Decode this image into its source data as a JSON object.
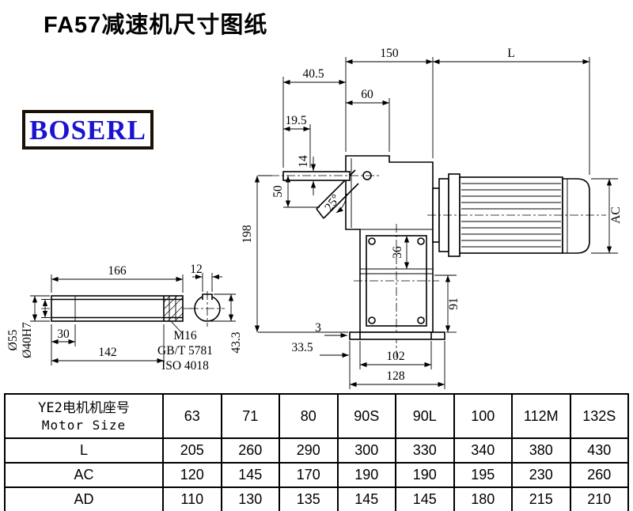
{
  "title": "FA57减速机尺寸图纸",
  "logo_text": "BOSERL",
  "drawing": {
    "dims": {
      "d150": "150",
      "dL": "L",
      "d40_5": "40.5",
      "d60": "60",
      "d19_5": "19.5",
      "d14": "14",
      "d50": "50",
      "d25": "25°",
      "d198": "198",
      "dAC": "AC",
      "d36": "36",
      "d91": "91",
      "d3": "3",
      "d33_5": "33.5",
      "d102": "102",
      "d128": "128",
      "d166": "166",
      "d12": "12",
      "d30": "30",
      "d142": "142",
      "dia55": "Ø55",
      "dia40": "Ø40H7",
      "d43_3": "43.3",
      "m16": "M16",
      "std_gb": "GB/T 5781",
      "std_iso": "ISO 4018"
    }
  },
  "table": {
    "header": {
      "line1": "YE2电机机座号",
      "line2": "Motor Size"
    },
    "sizes": [
      "63",
      "71",
      "80",
      "90S",
      "90L",
      "100",
      "112M",
      "132S"
    ],
    "rows": [
      {
        "label": "L",
        "values": [
          "205",
          "260",
          "290",
          "300",
          "330",
          "340",
          "380",
          "430"
        ]
      },
      {
        "label": "AC",
        "values": [
          "120",
          "145",
          "170",
          "190",
          "190",
          "195",
          "230",
          "260"
        ]
      },
      {
        "label": "AD",
        "values": [
          "110",
          "130",
          "135",
          "145",
          "145",
          "180",
          "215",
          "210"
        ]
      }
    ]
  }
}
